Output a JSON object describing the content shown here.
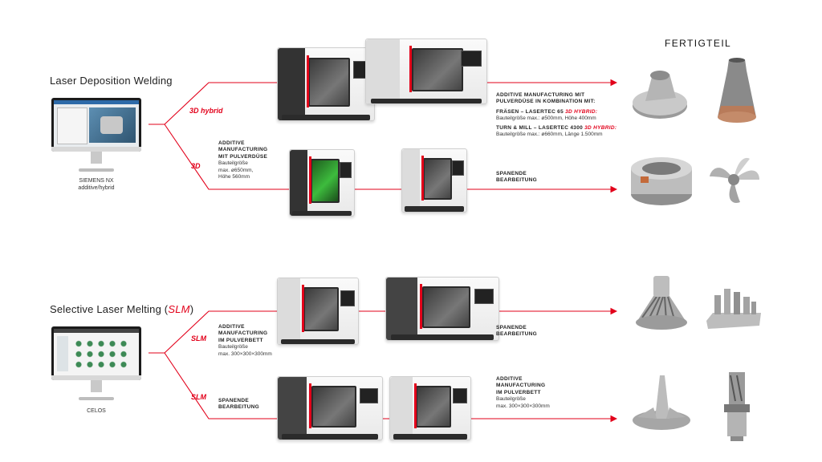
{
  "colors": {
    "accent": "#e2001a",
    "text": "#222222",
    "background": "#ffffff"
  },
  "finished_part_title": "FERTIGTEIL",
  "sections": {
    "ldw": {
      "title": "Laser Deposition Welding",
      "monitor_label_1": "SIEMENS NX",
      "monitor_label_2": "additive/hybrid",
      "hybrid": {
        "branch_label": "3D hybrid",
        "heading_1": "ADDITIVE MANUFACTURING MIT",
        "heading_2": "PULVERDÜSE IN KOMBINATION MIT:",
        "item1_title_a": "FRÄSEN – LASERTEC 65 ",
        "item1_title_b": "3D hybrid:",
        "item1_detail": "Bauteilgröße max.: ø500mm, Höhe 400mm",
        "item2_title_a": "TURN & MILL – LASERTEC 4300 ",
        "item2_title_b": "3D hybrid:",
        "item2_detail": "Bauteilgröße max.: ø660mm, Länge 1.500mm"
      },
      "three_d": {
        "branch_label": "3D",
        "desc_h1": "ADDITIVE",
        "desc_h2": "MANUFACTURING",
        "desc_h3": "MIT PULVERDÜSE",
        "desc_l1": "Bauteilgröße",
        "desc_l2": "max. ø650mm,",
        "desc_l3": "Höhe 560mm",
        "second_h1": "SPANENDE",
        "second_h2": "BEARBEITUNG"
      }
    },
    "slm": {
      "title_main": "Selective Laser Melting (",
      "title_accent": "SLM",
      "title_close": ")",
      "monitor_label": "CELOS",
      "upper": {
        "branch_label": "SLM",
        "desc_h1": "ADDITIVE",
        "desc_h2": "MANUFACTURING",
        "desc_h3": "IM PULVERBETT",
        "desc_l1": "Bauteilgröße",
        "desc_l2": "max. 300×300×300mm",
        "second_h1": "SPANENDE",
        "second_h2": "BEARBEITUNG"
      },
      "lower": {
        "branch_label": "SLM",
        "desc_h1": "SPANENDE",
        "desc_h2": "BEARBEITUNG",
        "second_h1": "ADDITIVE",
        "second_h2": "MANUFACTURING",
        "second_h3": "IM PULVERBETT",
        "second_l1": "Bauteilgröße",
        "second_l2": "max. 300×300×300mm"
      }
    }
  },
  "icons": {
    "monitor": "computer-monitor-icon",
    "machine": "machine-tool-image",
    "part": "finished-part-image",
    "arrow": "arrow-right-icon"
  }
}
